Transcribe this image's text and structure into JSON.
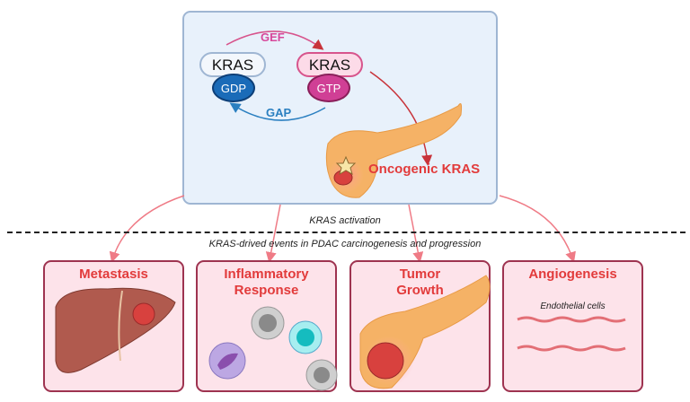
{
  "top_panel": {
    "kras_gdp": {
      "protein": "KRAS",
      "nucleotide": "GDP"
    },
    "kras_gtp": {
      "protein": "KRAS",
      "nucleotide": "GTP"
    },
    "gef_label": "GEF",
    "gap_label": "GAP",
    "oncogenic_label": "Oncogenic KRAS"
  },
  "captions": {
    "activation": "KRAS activation",
    "events": "KRAS-drived events in  PDAC carcinogenesis and progression"
  },
  "cards": [
    {
      "title": "Metastasis",
      "illustration": "liver-with-tumor"
    },
    {
      "title": "Inflammatory\nResponse",
      "illustration": "immune-cells"
    },
    {
      "title": "Tumor\nGrowth",
      "illustration": "pancreas-with-tumor"
    },
    {
      "title": "Angiogenesis",
      "illustration": "endothelial-cells",
      "sublabel": "Endothelial cells"
    }
  ],
  "colors": {
    "accent_red": "#e23b3b",
    "card_border": "#9e3350",
    "card_fill": "#fde3ea",
    "panel_fill": "#e8f1fb",
    "panel_border": "#9fb6d3",
    "gdp_blue": "#1a6bb8",
    "gtp_magenta": "#d03f95"
  }
}
